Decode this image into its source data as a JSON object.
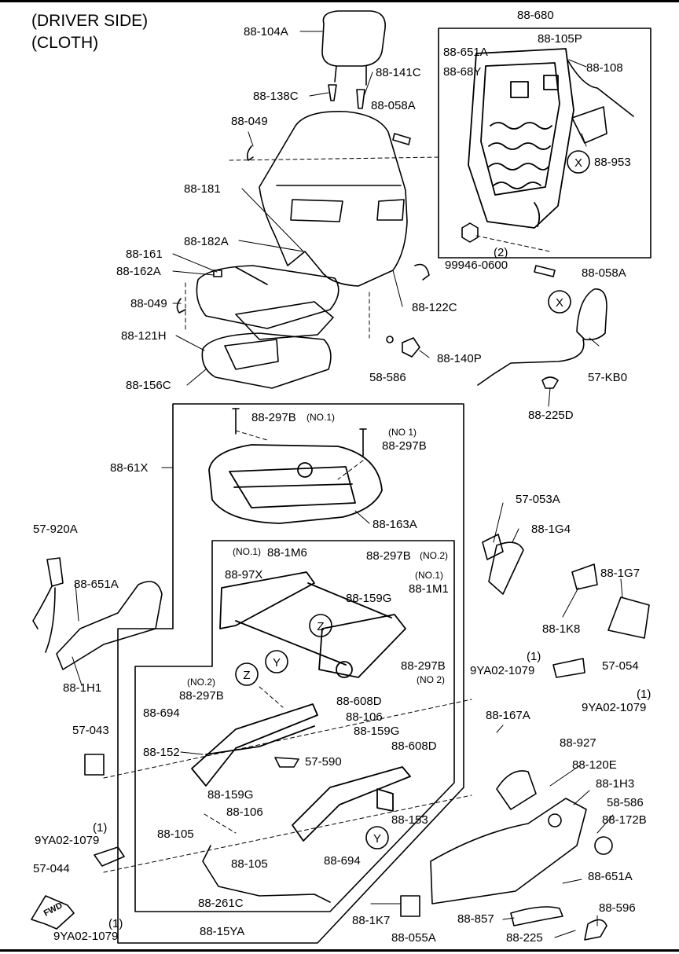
{
  "header": {
    "line1": "(DRIVER SIDE)",
    "line2": "(CLOTH)"
  },
  "circle_marks": {
    "x": "X",
    "y": "Y",
    "z": "Z"
  },
  "fwd_label": "FWD",
  "labels": {
    "l_88_680": "88-680",
    "l_88_104A": "88-104A",
    "l_88_105P": "88-105P",
    "l_88_651A_top": "88-651A",
    "l_88_108": "88-108",
    "l_88_68Y": "88-68Y",
    "l_88_141C": "88-141C",
    "l_88_138C": "88-138C",
    "l_88_058A_top": "88-058A",
    "l_88_049_top": "88-049",
    "l_88_953": "88-953",
    "l_88_181": "88-181",
    "l_88_182A": "88-182A",
    "l_88_161": "88-161",
    "l_88_162A": "88-162A",
    "l_99946_0600": "99946-0600",
    "l_2_qty": "(2)",
    "l_88_058A_mid": "88-058A",
    "l_88_049_mid": "88-049",
    "l_88_122C": "88-122C",
    "l_88_121H": "88-121H",
    "l_88_140P": "88-140P",
    "l_58_586_mid": "58-586",
    "l_88_156C": "88-156C",
    "l_57_KB0": "57-KB0",
    "l_88_225D": "88-225D",
    "l_88_297B_1": "88-297B",
    "l_no1_a": "(NO.1)",
    "l_no1_b": "(NO 1)",
    "l_88_297B_2": "88-297B",
    "l_88_61X": "88-61X",
    "l_88_163A": "88-163A",
    "l_57_053A": "57-053A",
    "l_57_920A": "57-920A",
    "l_88_1G4": "88-1G4",
    "l_no1_c": "(NO.1)",
    "l_88_1M6": "88-1M6",
    "l_88_297B_no2": "88-297B",
    "l_no2_a": "(NO.2)",
    "l_88_97X": "88-97X",
    "l_no1_d": "(NO.1)",
    "l_88_1M1": "88-1M1",
    "l_88_159G_top": "88-159G",
    "l_88_1G7": "88-1G7",
    "l_88_651A_left": "88-651A",
    "l_88_1K8": "88-1K8",
    "l_88_1H1": "88-1H1",
    "l_88_297B_3": "88-297B",
    "l_no2_b": "(NO 2)",
    "l_1_a": "(1)",
    "l_9YA02_1079_a": "9YA02-1079",
    "l_57_054": "57-054",
    "l_no2_c": "(NO.2)",
    "l_88_297B_4": "88-297B",
    "l_88_608D_a": "88-608D",
    "l_1_b": "(1)",
    "l_9YA02_1079_b": "9YA02-1079",
    "l_88_694_a": "88-694",
    "l_88_106_a": "88-106",
    "l_88_167A": "88-167A",
    "l_57_043": "57-043",
    "l_88_159G_mid": "88-159G",
    "l_88_608D_b": "88-608D",
    "l_88_927": "88-927",
    "l_88_152": "88-152",
    "l_57_590": "57-590",
    "l_88_120E": "88-120E",
    "l_88_1H3": "88-1H3",
    "l_88_159G_low": "88-159G",
    "l_58_586_low": "58-586",
    "l_88_106_b": "88-106",
    "l_88_153": "88-153",
    "l_88_172B": "88-172B",
    "l_1_c": "(1)",
    "l_88_105_a": "88-105",
    "l_9YA02_1079_c": "9YA02-1079",
    "l_57_044": "57-044",
    "l_88_105_b": "88-105",
    "l_88_694_b": "88-694",
    "l_88_651A_low": "88-651A",
    "l_88_261C": "88-261C",
    "l_88_1K7": "88-1K7",
    "l_88_857": "88-857",
    "l_88_596": "88-596",
    "l_1_d": "(1)",
    "l_88_15YA": "88-15YA",
    "l_88_055A": "88-055A",
    "l_88_225": "88-225",
    "l_9YA02_1079_d": "9YA02-1079"
  }
}
